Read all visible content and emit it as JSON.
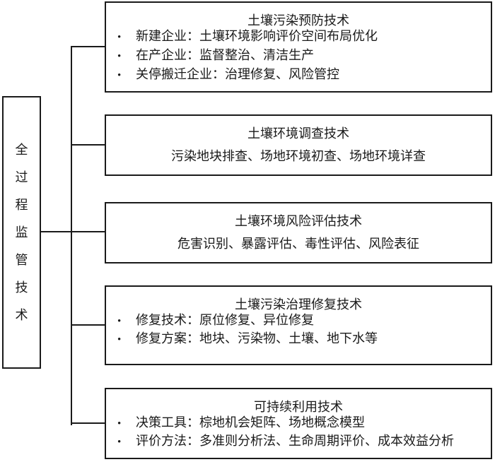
{
  "colors": {
    "line": "#1a1a1a",
    "text": "#1a1a1a",
    "background": "#ffffff"
  },
  "diagram": {
    "bullet_char": "•",
    "root": {
      "label": "全过程监管技术"
    },
    "branches": [
      {
        "title": "土壤污染预防技术",
        "items": [
          "新建企业：土壤环境影响评价空间布局优化",
          "在产企业：监督整治、清洁生产",
          "关停搬迁企业：治理修复、风险管控"
        ]
      },
      {
        "title": "土壤环境调查技术",
        "content": "污染地块排查、场地环境初查、场地环境详查"
      },
      {
        "title": "土壤环境风险评估技术",
        "content": "危害识别、暴露评估、毒性评估、风险表征"
      },
      {
        "title": "土壤污染治理修复技术",
        "items": [
          "修复技术：原位修复、异位修复",
          "修复方案：地块、污染物、土壤、地下水等"
        ]
      },
      {
        "title": "可持续利用技术",
        "items": [
          "决策工具：棕地机会矩阵、场地概念模型",
          "评价方法：多准则分析法、生命周期评价、成本效益分析"
        ]
      }
    ]
  }
}
